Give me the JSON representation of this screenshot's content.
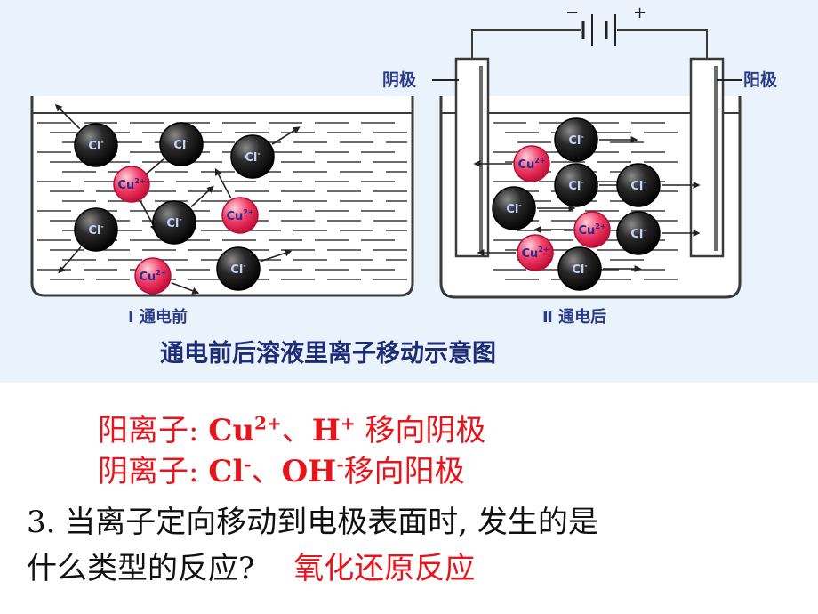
{
  "figure": {
    "electrode_labels": {
      "cathode": "阴极",
      "anode": "阳极"
    },
    "battery_signs": {
      "minus": "−",
      "plus": "+"
    },
    "panel_labels": {
      "before": "Ⅰ 通电前",
      "after": "Ⅱ 通电后"
    },
    "caption": "通电前后溶液里离子移动示意图",
    "ion_labels": {
      "chloride": "Cl",
      "copper": "Cu",
      "copper_charge": "2+",
      "chloride_charge": "-"
    }
  },
  "text": {
    "cation_line": {
      "prefix": "阳离子: ",
      "ion1": "Cu",
      "ion1_charge": "2+",
      "sep": "、",
      "ion2": "H",
      "ion2_charge": "+",
      "suffix": " 移向阴极"
    },
    "anion_line": {
      "prefix": "阴离子: ",
      "ion1": "Cl",
      "ion1_charge": "-",
      "sep": "、",
      "ion2": "OH",
      "ion2_charge": "-",
      "suffix": "移向阳极"
    },
    "question_line1": "3. 当离子定向移动到电极表面时, 发生的是",
    "question_line2": "什么类型的反应?",
    "answer": "氧化还原反应"
  },
  "colors": {
    "red": "#e8141c",
    "ion_red": "#e8204a",
    "ion_dark": "#1a1a1a",
    "figure_bg": "#eaf3fb"
  }
}
